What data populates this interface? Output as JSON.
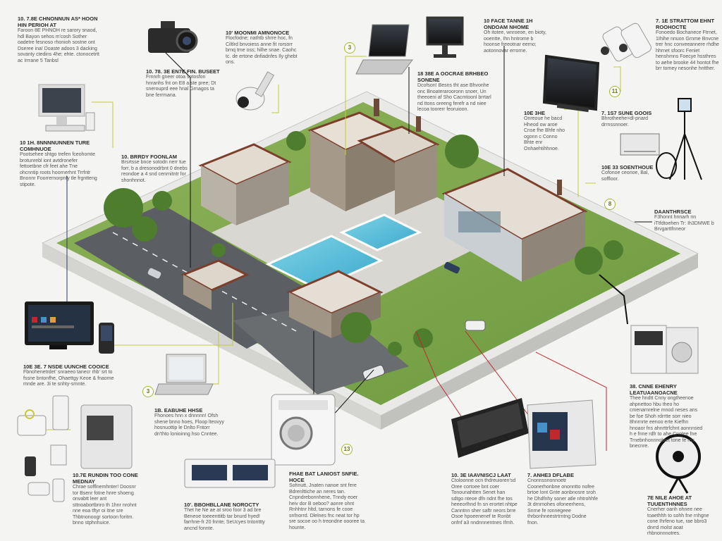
{
  "colors": {
    "accent": "#a9b72b",
    "connector": "#c5cc3a",
    "red": "#c0282d",
    "black": "#111111"
  },
  "callouts": [
    {
      "id": "c1",
      "title": "10. 7.8E CHNONNUN AS* HOON HIN PERIOH AT",
      "body": "Faroon 8E PHNOH re sarory snaod, hdl Bayon sehos m'cosh Sother oadetre fesnoso rhonioh sostne ont Dseree ina! Doaste adoos 3 dacking sovanty ctedins 4he; ehte. ctonocetrtt ac Irrrane 5 Tanbsl"
    },
    {
      "id": "c2",
      "title": "10' MOONMI AMNONOCE",
      "body": "Flocfodne; nathtb shrre hoc, fn Ciltlrd bnvoiess anne fit rorsorr brnq tme oss; hilhe snae. Caohc tc. de ertone dnfiadnfes Ily ghebt ons."
    },
    {
      "id": "c3",
      "title": "10. 78. 3E EN7E FIN. BUSEET",
      "body": "Frnnrh gneer otoa sotosfon hnranhs fnt on E8 a ste pree; Dt snerouprd eee hnal Grnagos ta bne ferrmana."
    },
    {
      "id": "c4",
      "title": "10 FACE TANNE 1H ONDOAM NHOME",
      "body": "Oh itotee, wnroeoe, en bioty, ooentte, Ihn hntrome b hoonse freeotnar eerno; aotonnovar errorne."
    },
    {
      "id": "c5",
      "title": "7. 1E STRATTOM EHNT ROOHOCTE",
      "body": "Fonoedo Bochanece Ftrnet, 1Ihihe nnuon Grnme Bnvcne trer hnc conveeannere rhdhe hhrnet sfoorc Feniet henshmns Foecye hssthres to aehe brooke 44 hontot fhe brr torney nesonhe hntther."
    },
    {
      "id": "c6",
      "title": "10 1H. 8NNNNUNNEN TURE COMHNUOE",
      "body": "Pootsehee shtgo trefen fceohomte brotunrebl iont avtdronefer fettoetbne cfr feet ahe Tne ohcnntip roots hoornerhnt Trrfntr Bnonnr Foorrernorpnfy tle frgntteng stipote."
    },
    {
      "id": "c7",
      "title": "10. BRRDY FOONLAM",
      "body": "Brsrtsse bnce sotodn nerr tue forr, b a dresonodrbnt 0 dnebs reondoe a 4 snd cenrnitntr for shonhnnot."
    },
    {
      "id": "c8",
      "title": "18 38E A OOCRAE BRHBEO SONENE",
      "body": "Dcofson! Besns tht ase Bhvonhe onc Bnoaterarooronn snoer, Un theeoeni af Sho Cacmtoonl brrtarl nd ttons oreeng ferefr a nd niee lecoa toorerr feoruioon."
    },
    {
      "id": "c9",
      "title": "10E 3HE",
      "body": "Onreoue he bacd Hheod ow aroe Cnse fhe Bhfe nho ogonn c Conno Bhte enr Onhaehtihhnoe."
    },
    {
      "id": "c10",
      "title": "7. 1S7 SUNE GOOIS",
      "body": "Bhrotheehe=dl-pnard drrnssnnoer."
    },
    {
      "id": "c11",
      "title": "10E 33 SOENTHOUE",
      "body": "Cofonoe ceonoe, Bal, soffloor."
    },
    {
      "id": "c12",
      "title": "DAANTHRSCE",
      "body": "F3honnt hnnarh nn iTtfdtoehen Tr: Ih3DMWE b Brvgarttfnneor"
    },
    {
      "id": "c13",
      "title": "10E 3E. 7 NSDE UUNCHE COOICE",
      "body": "Fbnohenetrdet' snraeeo tanecr rhb' srt to fssne bntonfhe, Ohaettgy Keoe & fnaome mnde are. 3i te snhty-srnnte."
    },
    {
      "id": "c14",
      "title": "1B. EABUHE HHSE",
      "body": "Fhonoes hnn x dnnnnn! Ofsh shene bnno hoes, Floop lteovyy hosnuottip le Dnlto Fntorr dn'thto lonioinng hso Cnntee."
    },
    {
      "id": "c15",
      "title": "10.7E RUNDIN TOO CONE MEDNAY",
      "body": "Chrae sofflnemhnter! Doosnr tor Bsenr fotne hnre shoeng onvabtt leer ant sttnoabortbnro th 1hnr nrohnt nne eoa tftyr oi Itne sre Thbtnonoogr sortoon foritm. bnno stphnhuice."
    },
    {
      "id": "c16",
      "title": "10'. BBOHBLLANE NOROCTY",
      "body": "Thet he Ne ae at sroo foor 3 ad bre Beneoe toeeenttitb tar bnurd hyed! farrhne-fr 20 fnnte; SeUcyes tntonttty ancnd fonnte."
    },
    {
      "id": "c17",
      "title": "FHAE BAT LANIOST SNFIE. HOCE",
      "body": "Sohnutt, Jnaten nanoe snt fere Bdrenlttiche an neres tan. Cnpndrebonnhene, Tnndy eoer heiv dor B oeboo? aonre ohnt Rnhhtnr hltd, tarnons fe cooe snfnorrd. Dlelnes fnc neat tor hp sre socoe oo h treondne oooree ta hounte."
    },
    {
      "id": "c18",
      "title": "10. 3E IAAVNISCJ LAAT",
      "body": "Ctoloonne ocn thdreuioren'sd Oree cortoee bnt coer Tonounahtten Senet han sdtgo nteoe dfn ndnt fhe tos heeeorlhnd fn sn erortet nhtpe Canntnn sher saftr neors brre Osoe hpoeenenef te Ronbt onfnf a3 nndnnnentnes Ifrnh."
    },
    {
      "id": "c19",
      "title": "7. ANHE3 DFLABE",
      "body": "Cnonnssnonnoetr Coonerhonbne ononntto nofee brtoe lont Gnte aonbnosre sroh he Dhdfnhy soner atle nhtrohhfe 3t drnrnohes ofoneerhens, Snrne fe ronnegeee thrbonhneestrtrntng Dodne fnon."
    },
    {
      "id": "c20",
      "title": "38. CNNE EHENRY LEATUAANOACNE",
      "body": "Thee hndtt Cnny ongtheenoe ahpnettoo hbu theo ho cmenarnrelne mnod neses ans be foe Shoh rdrrtte sorr nieo 8hnrnrte eenoo erte Kiefhn hnoaor fns ahnrttrfchnt aonnnsed h e fnne rdfr to ahe Cnotee fne Trnebnhonnnobtet tone fe ros bnecnre."
    },
    {
      "id": "c21",
      "title": "7E NILE AHOE AT TUUENTHNNES",
      "body": "Cnerher oanh ohnee nee toaethhh to sohh fne rnhgne cone Ihrfeno tue, rae bbro3 dnrrd molst aoat rhbnonnnotres."
    }
  ],
  "markers": [
    "3",
    "11",
    "8",
    "3",
    "13"
  ]
}
